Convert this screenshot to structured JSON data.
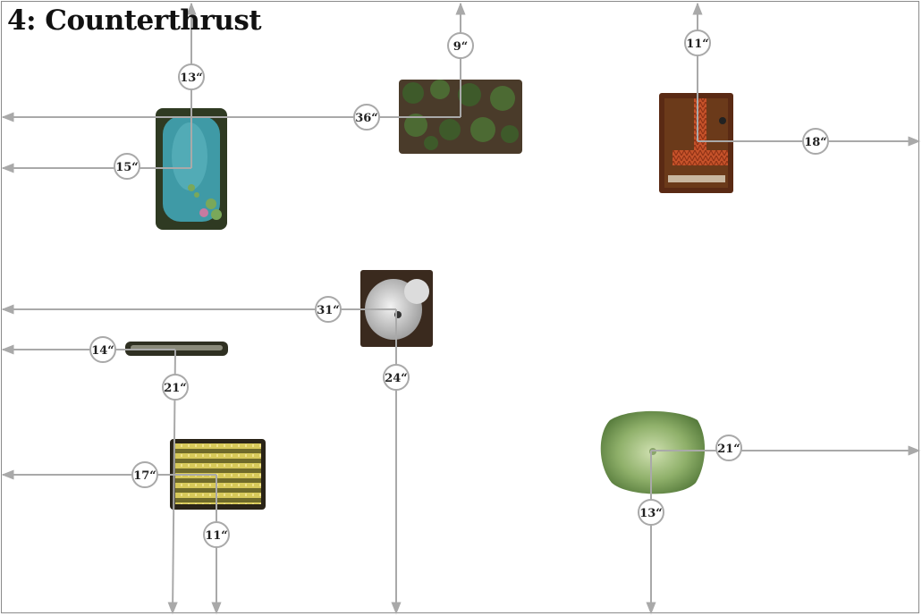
{
  "title": "4: Counterthrust",
  "colors": {
    "line": "#a9a9a9",
    "pond_water": "#3f9aa6",
    "woods": "#3e5a2a",
    "building_roof": "#c5522a",
    "rocks": "#d8d8d8",
    "hedge": "#3a3a2a",
    "field": "#cfc25a",
    "hill": "#8fb06a"
  },
  "measures": {
    "pond_top": "13“",
    "pond_left": "15“",
    "woods_left": "36“",
    "woods_top": "9“",
    "building_top": "11“",
    "building_right": "18“",
    "rocks_left": "31“",
    "rocks_bottom": "24“",
    "hedge_left": "14“",
    "hedge_bottom": "21“",
    "field_left": "17“",
    "field_bottom": "11“",
    "hill_right": "21“",
    "hill_bottom": "13“"
  }
}
